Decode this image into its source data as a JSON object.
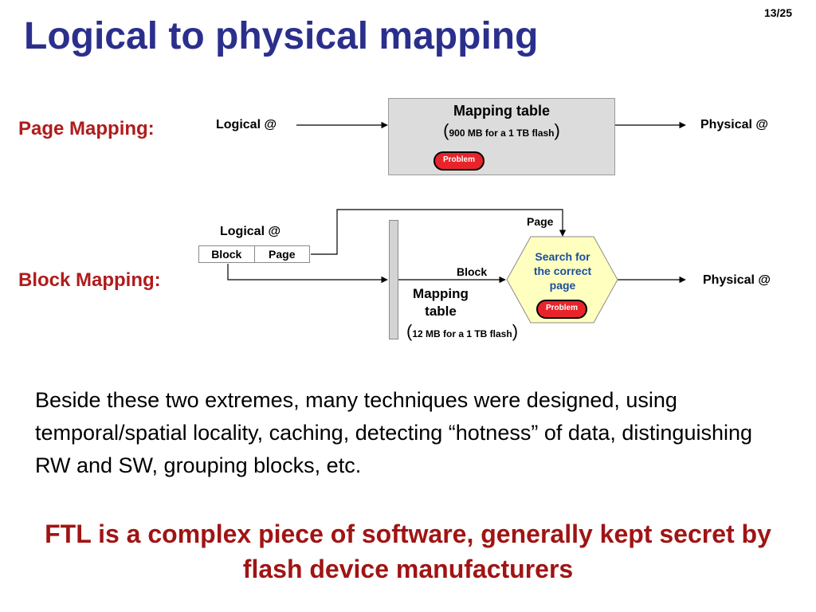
{
  "slide": {
    "number": "13/25",
    "title": "Logical to physical mapping"
  },
  "page_mapping": {
    "label": "Page Mapping:",
    "logical": "Logical @",
    "physical": "Physical @",
    "table_title": "Mapping table",
    "paren_open": "(",
    "table_size": "900 MB for a 1 TB flash",
    "paren_close": ")",
    "problem": "Problem"
  },
  "block_mapping": {
    "label": "Block Mapping:",
    "logical": "Logical @",
    "cell_block": "Block",
    "cell_page": "Page",
    "arrow_page": "Page",
    "arrow_block": "Block",
    "search_line1": "Search for",
    "search_line2": "the correct",
    "search_line3": "page",
    "problem": "Problem",
    "table_line1": "Mapping",
    "table_line2": "table",
    "paren_open": "(",
    "table_size": "12 MB for a 1 TB flash",
    "paren_close": ")",
    "physical": "Physical @"
  },
  "body_text": "Beside these two extremes, many techniques were designed, using temporal/spatial locality, caching, detecting “hotness” of data, distinguishing RW and SW, grouping blocks, etc.",
  "conclusion": "FTL is a complex piece of software, generally kept secret by flash device manufacturers",
  "colors": {
    "title": "#2b2f8c",
    "section_label": "#b01c1c",
    "conclusion": "#a01414",
    "problem_badge": "#e8242a",
    "hexagon_fill": "#ffffc0",
    "table_fill": "#dcdcdc"
  }
}
